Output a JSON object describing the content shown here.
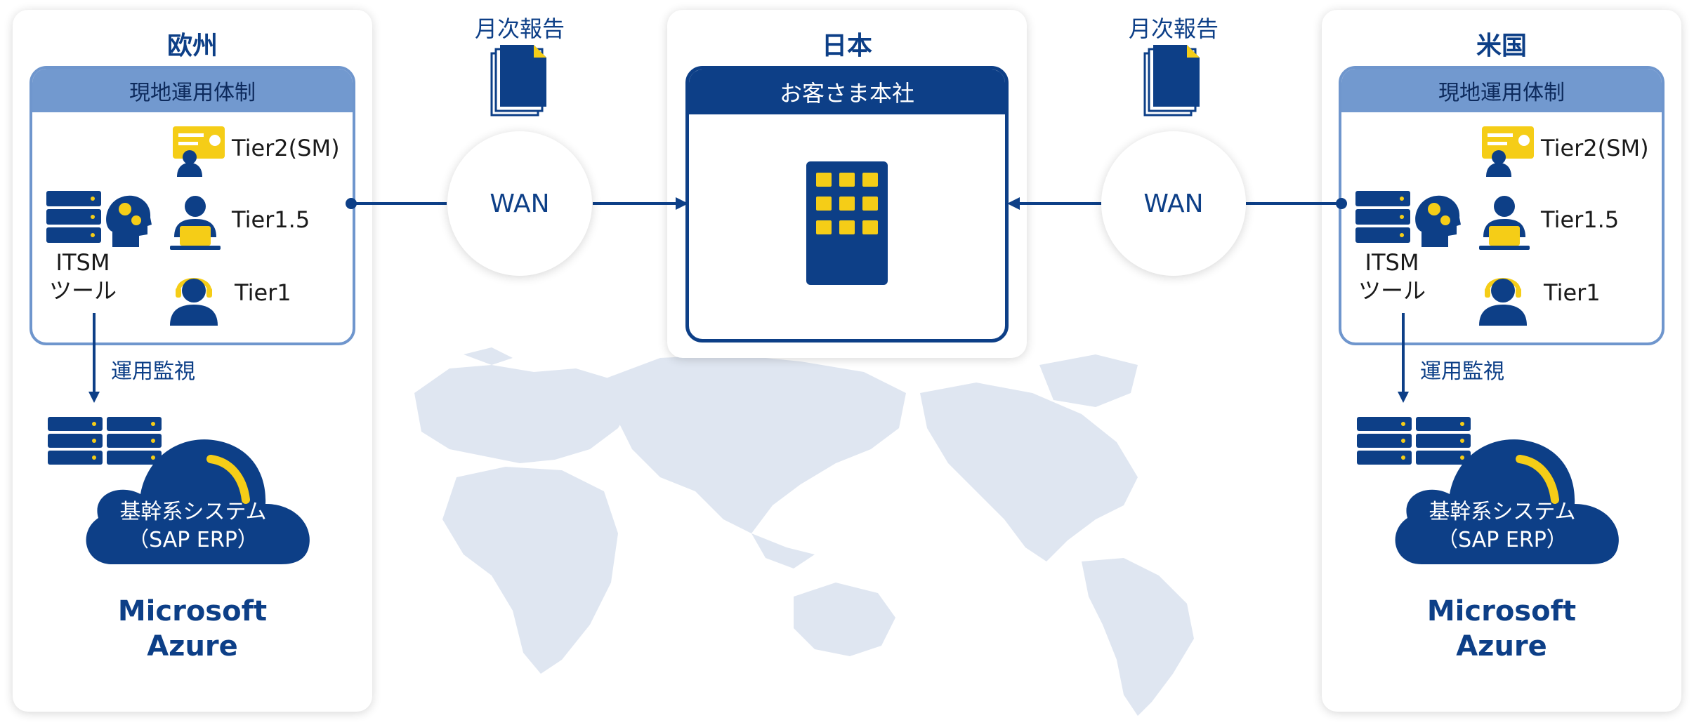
{
  "regions": {
    "europe": {
      "title": "欧州",
      "local_header": "現地運用体制",
      "tiers": [
        "Tier2(SM)",
        "Tier1.5",
        "Tier1"
      ],
      "itsm_line1": "ITSM",
      "itsm_line2": "ツール",
      "monitor_label": "運用監視",
      "system_line1": "基幹系システム",
      "system_line2": "（SAP ERP）",
      "cloud_line1": "Microsoft",
      "cloud_line2": "Azure"
    },
    "japan": {
      "title": "日本",
      "hq_header": "お客さま本社"
    },
    "usa": {
      "title": "米国",
      "local_header": "現地運用体制",
      "tiers": [
        "Tier2(SM)",
        "Tier1.5",
        "Tier1"
      ],
      "itsm_line1": "ITSM",
      "itsm_line2": "ツール",
      "monitor_label": "運用監視",
      "system_line1": "基幹系システム",
      "system_line2": "（SAP ERP）",
      "cloud_line1": "Microsoft",
      "cloud_line2": "Azure"
    }
  },
  "connections": {
    "left": {
      "label": "WAN",
      "report": "月次報告"
    },
    "right": {
      "label": "WAN",
      "report": "月次報告"
    }
  },
  "icons": {
    "report": "document-stack-icon",
    "server": "server-rack-icon",
    "itsm": "head-gears-icon",
    "tier2": "presenter-icon",
    "tier15": "laptop-user-icon",
    "tier1": "headset-operator-icon",
    "cloud": "cloud-gauge-icon",
    "building": "office-building-icon",
    "map": "world-map-icon"
  },
  "colors": {
    "navy": "#0d3f87",
    "light_blue": "#7299cf",
    "yellow": "#f5cd17",
    "map": "#dfe6f1"
  }
}
